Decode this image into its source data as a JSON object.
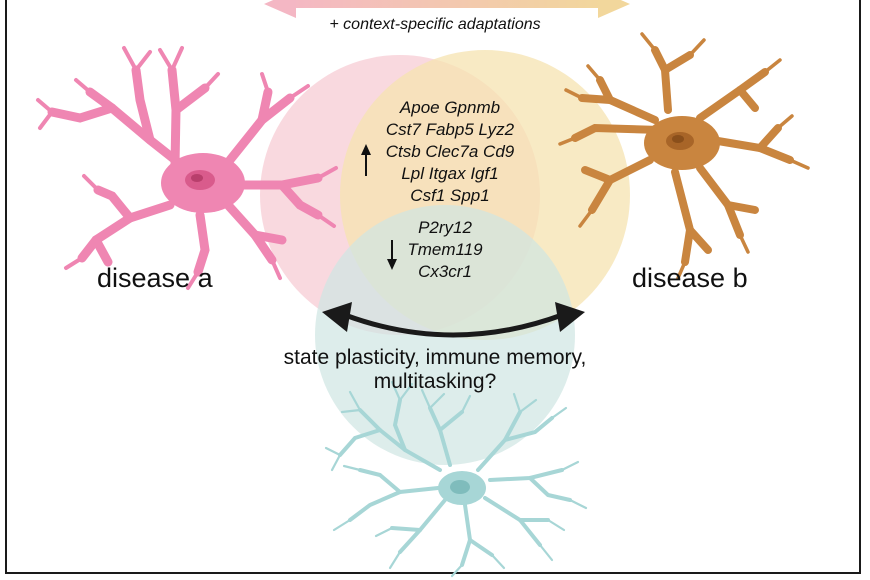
{
  "top_note": "+ context-specific adaptations",
  "labels": {
    "disease_a": "disease a",
    "disease_b": "disease b",
    "plasticity_line1": "state plasticity, immune memory,",
    "plasticity_line2": "multitasking?"
  },
  "genes_up": [
    "Apoe  Gpnmb",
    "Cst7  Fabp5  Lyz2",
    "Ctsb  Clec7a  Cd9",
    "Lpl  Itgax  Igf1",
    "Csf1  Spp1"
  ],
  "genes_down": [
    "P2ry12",
    "Tmem119",
    "Cx3cr1"
  ],
  "colors": {
    "disease_a_cell": "#ef86b2",
    "disease_b_cell": "#c9853f",
    "homeostatic_cell": "#a7d6d6",
    "circle_a": "#f7d0d7",
    "circle_b": "#f5e3b0",
    "circle_c": "#cfe5e3",
    "arrow": "#1a1a1a"
  },
  "icons": [
    "up-arrow-icon",
    "down-arrow-icon",
    "double-arrow-icon",
    "microglia-icon"
  ]
}
